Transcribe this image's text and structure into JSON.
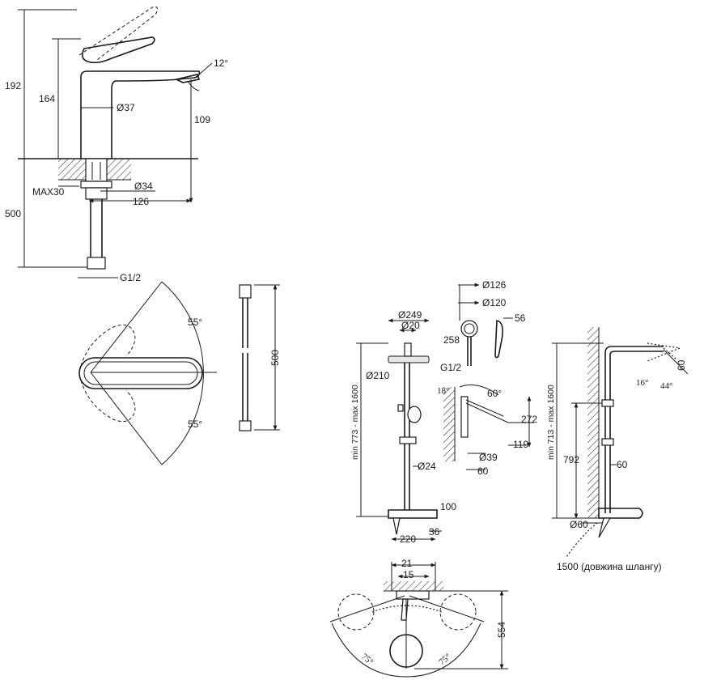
{
  "basin_faucet": {
    "dim_total_height": "192",
    "dim_spout_height": "164",
    "dim_outlet_height": "109",
    "dim_body_diameter": "Ø37",
    "dim_spout_angle": "12°",
    "dim_max_deck": "MAX30",
    "dim_shank_diameter": "Ø34",
    "dim_spout_reach": "126",
    "dim_hose_length": "500",
    "dim_connection": "G1/2"
  },
  "handle_top_view": {
    "angle_left": "55°",
    "angle_right": "55°"
  },
  "flex_hose": {
    "length": "500"
  },
  "shower_front": {
    "dim_head_diameter": "Ø249",
    "dim_arm_diameter": "Ø20",
    "dim_head_inner": "Ø210",
    "dim_height_range": "min 773 - max 1600",
    "dim_rail_diameter": "Ø24",
    "dim_mixer_depth": "100",
    "dim_mixer_width": "220",
    "dim_outlet_offset": "36"
  },
  "hand_shower": {
    "dim_head_outer": "Ø126",
    "dim_head_inner": "Ø120",
    "dim_length": "258",
    "dim_depth": "56",
    "dim_connection": "G1/2"
  },
  "holder_detail": {
    "angle_min": "18°",
    "angle_max": "60°",
    "dim_height": "272",
    "dim_offset": "119",
    "dim_base_diameter": "Ø39",
    "dim_width": "60"
  },
  "shower_side": {
    "dim_height_range": "min 713 - max 1600",
    "dim_spray_angle": "60",
    "angle_tilt_a": "16°",
    "angle_tilt_b": "44°",
    "dim_mount_height": "792",
    "dim_rail_offset": "60",
    "dim_base_diameter": "Ø60",
    "hose_note": "1500 (довжина шлангу)"
  },
  "mixer_top_view": {
    "dim_outer": "21",
    "dim_inner": "15",
    "angle_left": "75°",
    "angle_right": "75°",
    "dim_depth": "554"
  }
}
